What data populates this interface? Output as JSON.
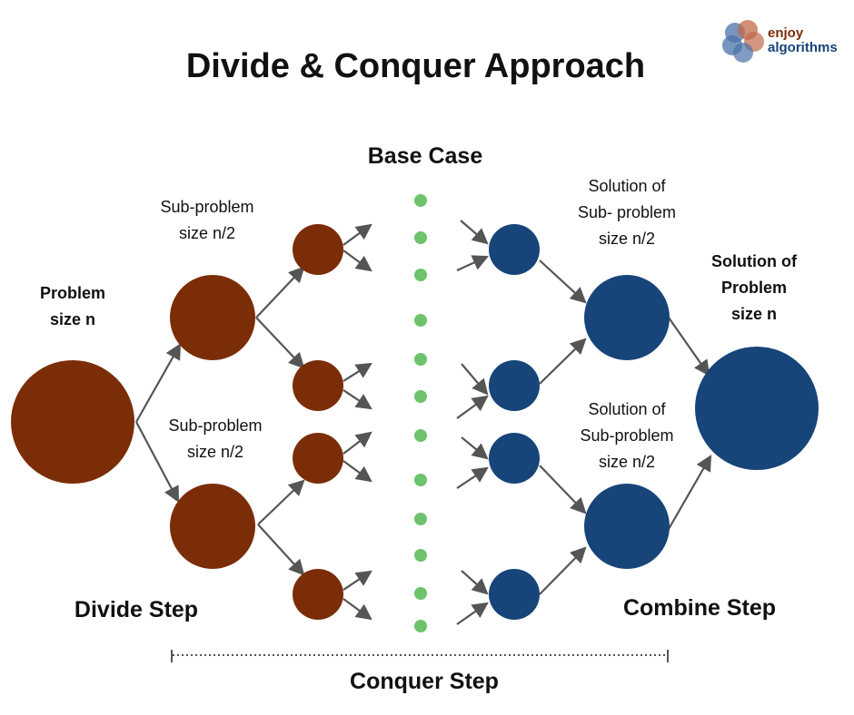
{
  "title": "Divide & Conquer Approach",
  "logo": {
    "line1": "enjoy",
    "line2": "algorithms"
  },
  "labels": {
    "base_case": "Base Case",
    "problem": "Problem\nsize n",
    "subproblem_top": "Sub-problem\nsize n/2",
    "subproblem_bottom": "Sub-problem\nsize n/2",
    "solution_sub_top": "Solution of\nSub- problem\nsize n/2",
    "solution_sub_bottom": "Solution of\nSub-problem\nsize n/2",
    "solution_problem": "Solution of\nProblem\nsize n",
    "divide_step": "Divide Step",
    "combine_step": "Combine Step",
    "conquer_step": "Conquer Step"
  },
  "colors": {
    "divide": "#7b2d08",
    "combine": "#17457a",
    "base_case_dot": "#6cc36c",
    "arrow": "#555555",
    "logo_blue": "#4a72a8",
    "logo_orange": "#c1694a"
  }
}
